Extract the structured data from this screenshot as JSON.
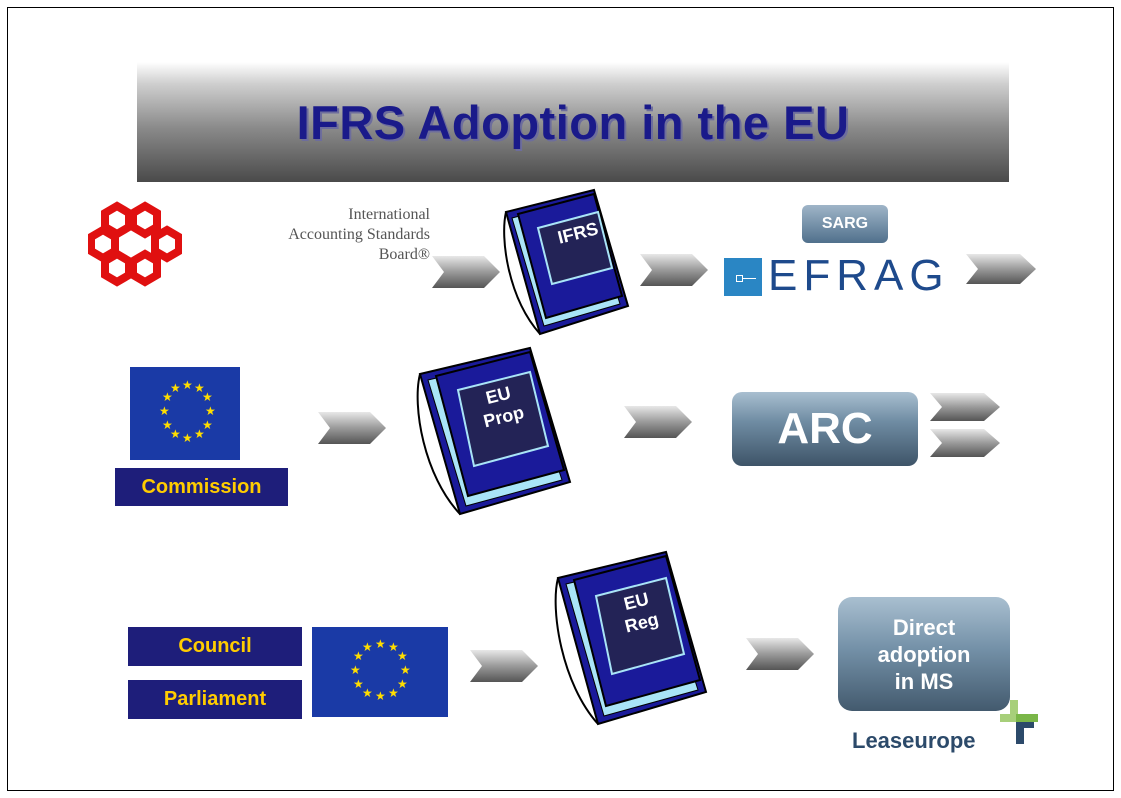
{
  "title": "IFRS Adoption in the EU",
  "iasb": {
    "lines": [
      "International",
      "Accounting Standards",
      "Board®"
    ]
  },
  "books": {
    "ifrs": "IFRS",
    "eu_prop": [
      "EU",
      "Prop"
    ],
    "eu_reg": [
      "EU",
      "Reg"
    ]
  },
  "sarg": "SARG",
  "efrag": "EFRAG",
  "commission": "Commission",
  "arc": "ARC",
  "council": "Council",
  "parliament": "Parliament",
  "direct_adoption": [
    "Direct",
    "adoption",
    "in MS"
  ],
  "leaseurope": "Leaseurope",
  "colors": {
    "title": "#1a1a8a",
    "book": "#1a1a9a",
    "book_page": "#a9e4f7",
    "flag": "#1a3aa6",
    "stars": "#ffdd00",
    "label_bg": "#1e1e7a",
    "label_text": "#ffcc00",
    "efrag": "#1e4a8c",
    "iasb_logo": "#e01010",
    "leaseurope_green": "#7ab648"
  }
}
